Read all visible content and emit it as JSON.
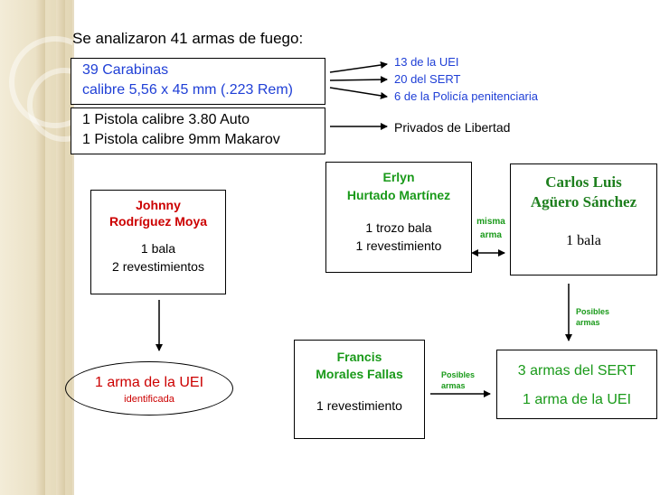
{
  "heading": "Se analizaron 41 armas de fuego:",
  "carbines": {
    "line1": "39 Carabinas",
    "line2": "calibre 5,56 x 45 mm (.223 Rem)",
    "targets": [
      "13 de la UEI",
      "20 del SERT",
      "6 de la Policía penitenciaria"
    ]
  },
  "pistols": {
    "line1": "1 Pistola calibre 3.80 Auto",
    "line2": "1 Pistola calibre 9mm Makarov",
    "target": "Privados de Libertad"
  },
  "johnny": {
    "name1": "Johnny",
    "name2": "Rodríguez Moya",
    "line1": "1 bala",
    "line2": "2 revestimientos"
  },
  "result_uei": {
    "main": "1 arma de la UEI",
    "sub": "identificada"
  },
  "erlyn": {
    "name1": "Erlyn",
    "name2": "Hurtado Martínez",
    "line1": "1 trozo bala",
    "line2": "1 revestimiento"
  },
  "same_weapon": {
    "line1": "misma",
    "line2": "arma"
  },
  "carlos": {
    "name1": "Carlos Luis",
    "name2": "Agüero Sánchez",
    "line1": "1 bala"
  },
  "possible_1": {
    "line1": "Posibles",
    "line2": "armas"
  },
  "francis": {
    "name1": "Francis",
    "name2": "Morales Fallas",
    "line1": "1 revestimiento"
  },
  "possible_2": {
    "line1": "Posibles",
    "line2": "armas"
  },
  "result_sert": {
    "line1": "3 armas del SERT",
    "line2": "1 arma de la UEI"
  },
  "colors": {
    "blue": "#1f3fd6",
    "red": "#cc0000",
    "green": "#1a9a1a",
    "green_name": "#1e7f1e"
  }
}
